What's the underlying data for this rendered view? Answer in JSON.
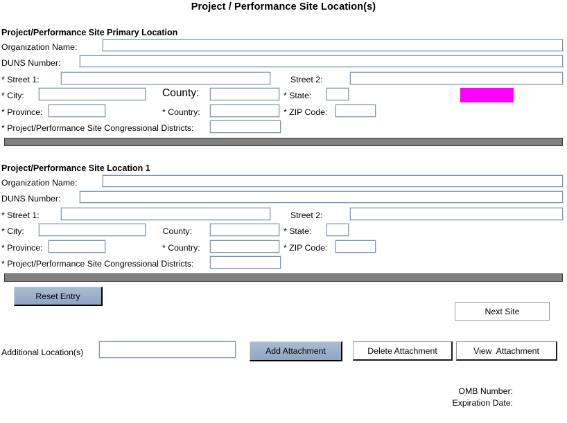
{
  "page": {
    "title": "Project / Performance Site Location(s)",
    "magenta_color": "#FF00FF",
    "separator_color": "#808080"
  },
  "primary_section": {
    "heading": "Project/Performance Site Primary Location",
    "labels": {
      "organization_name": "Organization Name:",
      "duns_number": "DUNS Number:",
      "street1": "* Street 1:",
      "street2": "Street 2:",
      "city": "* City:",
      "county": "County:",
      "state": "* State:",
      "province": "* Province:",
      "country": "* Country:",
      "zip_code": "* ZIP Code:",
      "congressional_districts": "* Project/Performance Site Congressional Districts:"
    },
    "values": {
      "organization_name": "",
      "duns_number": "",
      "street1": "",
      "street2": "",
      "city": "",
      "county": "",
      "state": "",
      "province": "",
      "country": "",
      "zip_code": "",
      "congressional_districts": ""
    }
  },
  "location1_section": {
    "heading": "Project/Performance Site Location 1",
    "labels": {
      "organization_name": "Organization Name:",
      "duns_number": "DUNS Number:",
      "street1": "* Street 1:",
      "street2": "Street 2:",
      "city": "* City:",
      "county": "County:",
      "state": "* State:",
      "province": "* Province:",
      "country": "* Country:",
      "zip_code": "* ZIP Code:",
      "congressional_districts": "* Project/Performance Site Congressional Districts:"
    },
    "values": {
      "organization_name": "",
      "duns_number": "",
      "street1": "",
      "street2": "",
      "city": "",
      "county": "",
      "state": "",
      "province": "",
      "country": "",
      "zip_code": "",
      "congressional_districts": ""
    }
  },
  "actions": {
    "reset_entry": "Reset Entry",
    "next_site": "Next Site",
    "add_attachment": "Add Attachment",
    "delete_attachment": "Delete Attachment",
    "view_attachment": "View  Attachment"
  },
  "footer": {
    "additional_locations_label": "Additional Location(s)",
    "additional_locations_value": "",
    "omb_number": "OMB Number:",
    "expiration_date": "Expiration Date:"
  }
}
